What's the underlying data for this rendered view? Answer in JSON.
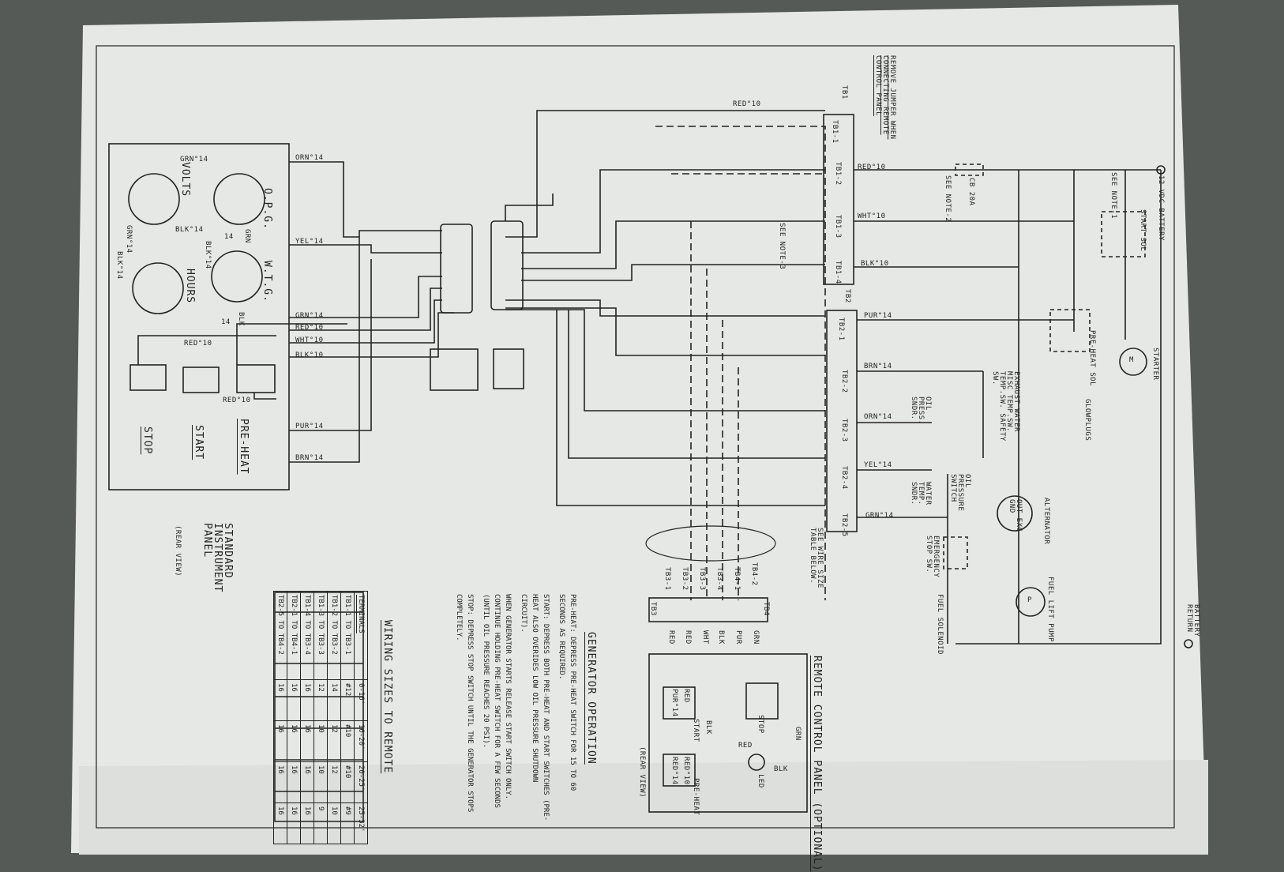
{
  "instrument_panel": {
    "title": "STANDARD INSTRUMENT PANEL",
    "subtitle": "(REAR VIEW)",
    "gauges": [
      "VOLTS",
      "O.P.G.",
      "HOURS",
      "W.T.G."
    ],
    "switches": [
      "STOP",
      "START",
      "PRE-HEAT"
    ]
  },
  "left_wires": [
    "GRN°14",
    "ORN°14",
    "BLK°14",
    "GRN°14",
    "BLK°14",
    "BLK°14",
    "YEL°14",
    "GRN°14",
    "RED°10",
    "WHT°10",
    "BLK°10",
    "RED°10",
    "RED°10",
    "PUR°14",
    "BRN°14",
    "GRN",
    "BLK",
    "14",
    "14"
  ],
  "notes_top": "REMOVE JUMPER WHEN CONNECTING REMOTE CONTROL PANEL",
  "tb1": {
    "label": "TB1",
    "terminals": [
      "TB1-1",
      "TB1-2",
      "TB1-3",
      "TB1-4"
    ],
    "wires": [
      "RED°10",
      "RED°10",
      "WHT°10",
      "BLK°10"
    ]
  },
  "tb2": {
    "label": "TB2",
    "terminals": [
      "TB2-1",
      "TB2-2",
      "TB2-3",
      "TB2-4",
      "TB2-5"
    ],
    "wires": [
      "PUR°14",
      "BRN°14",
      "ORN°14",
      "YEL°14",
      "GRN°14"
    ]
  },
  "see_notes": [
    "SEE NOTE-1",
    "SEE NOTE-2",
    "SEE NOTE-3"
  ],
  "components": {
    "battery": "12 VDC BATTERY",
    "cb": "CB 20A",
    "start_sol": "START SOL",
    "preheat_sol": "PRE-HEAT SOL",
    "starter": "STARTER",
    "glowplugs": "GLOWPLUGS",
    "sensors": "EXHAUST WATER MISC TEMP.SW. TEMP.SW. SAFETY SW.",
    "oil_sndr": "OIL PRESS. SNDR.",
    "oil_switch": "OIL PRESSURE SWITCH",
    "water_sndr": "WATER TEMP. SNDR.",
    "alternator": "ALTERNATOR",
    "alt_terms": "OUT EXC GND",
    "fuel_pump": "FUEL LIFT PUMP",
    "estop": "EMERGENCY STOP SW.",
    "fuel_sol": "FUEL SOLENOID",
    "battery_return": "BATTERY RETURN",
    "motor": "M",
    "pump": "P"
  },
  "wire_size_ref": "SEE WIRE SIZE TABLE BELOW.",
  "remote": {
    "title": "REMOTE CONTROL PANEL (OPTIONAL)",
    "tb4": "TB4",
    "tb3": "TB3",
    "terms": [
      "TB3-1",
      "TB3-2",
      "TB3-3",
      "TB3-4",
      "TB4-1",
      "TB4-2"
    ],
    "colors": [
      "RED",
      "RED",
      "WHT",
      "BLK",
      "PUR",
      "GRN"
    ],
    "switches": [
      "STOP",
      "START",
      "PRE-HEAT"
    ],
    "led": "LED",
    "rear": "(REAR VIEW)",
    "wire_labels": [
      "RED",
      "BLK",
      "GRN",
      "RED",
      "BLK",
      "PUR°14",
      "RED°14",
      "RED°10"
    ]
  },
  "operation": {
    "title": "GENERATOR OPERATION",
    "steps": [
      "PRE-HEAT: DEPRESS PRE-HEAT SWITCH FOR 15 TO 60 SECONDS AS REQUIRED.",
      "START: DEPRESS BOTH PRE-HEAT AND START SWITCHES (PRE-HEAT ALSO OVERIDES LOW OIL PRESSURE SHUTDOWN CIRCUIT).",
      "WHEN GENERATOR STARTS RELEASE START SWITCH ONLY. CONTINUE HOLDING PRE-HEAT SWITCH FOR A FEW SECONDS (UNTIL OIL PRESSURE REACHES 20 PSI).",
      "STOP: DEPRESS STOP SWITCH UNTIL THE GENERATOR STOPS COMPLETELY."
    ]
  },
  "wire_table": {
    "title": "WIRING SIZES TO REMOTE",
    "header": [
      "TERMINALS",
      "0-16'",
      "16-20'",
      "20-25'",
      "25-32'"
    ],
    "rows": [
      [
        "TB1-1 TO TB3-1",
        "#12",
        "#10",
        "#10",
        "#9"
      ],
      [
        "TB1-2 TO TB3-2",
        "14",
        "12",
        "12",
        "10"
      ],
      [
        "TB1-3 TO TB3-3",
        "12",
        "10",
        "10",
        "9"
      ],
      [
        "TB1-4 TO TB3-4",
        "16",
        "16",
        "16",
        "16"
      ],
      [
        "TB2-1 TO TB4-1",
        "16",
        "16",
        "16",
        "16"
      ],
      [
        "TB2-5 TO TB4-2",
        "16",
        "16",
        "16",
        "16"
      ]
    ]
  }
}
